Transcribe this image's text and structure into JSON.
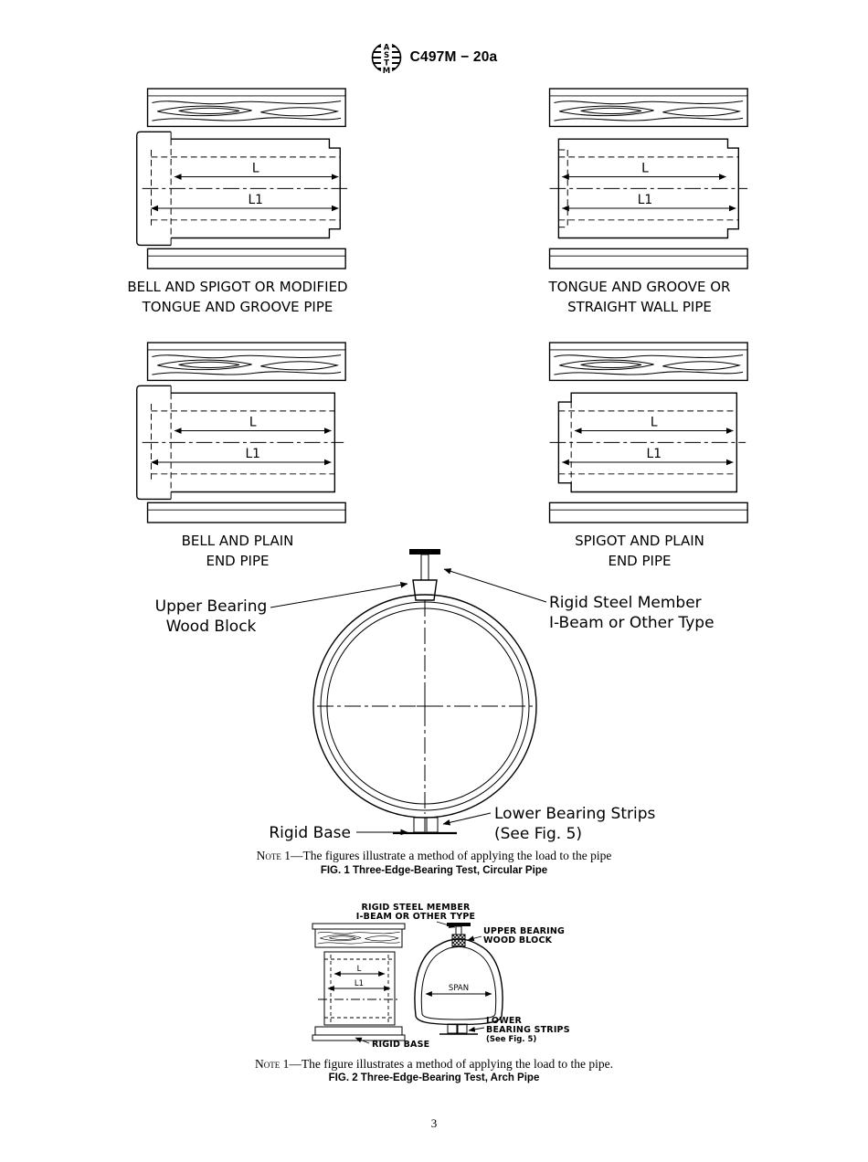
{
  "header": {
    "logo_letters": [
      "A",
      "S",
      "T",
      "M"
    ],
    "designation": "C497M − 20a"
  },
  "pipes": [
    {
      "caption": [
        "BELL AND SPIGOT OR MODIFIED",
        "TONGUE AND GROOVE PIPE"
      ],
      "dims": {
        "l": "L",
        "l1": "L1"
      }
    },
    {
      "caption": [
        "TONGUE AND GROOVE OR",
        "STRAIGHT WALL PIPE"
      ],
      "dims": {
        "l": "L",
        "l1": "L1"
      }
    },
    {
      "caption": [
        "BELL AND PLAIN",
        "END PIPE"
      ],
      "dims": {
        "l": "L",
        "l1": "L1"
      }
    },
    {
      "caption": [
        "SPIGOT AND PLAIN",
        "END PIPE"
      ],
      "dims": {
        "l": "L",
        "l1": "L1"
      }
    }
  ],
  "fig1": {
    "labels": {
      "upper_bearing": [
        "Upper Bearing",
        "Wood Block"
      ],
      "rigid_steel": [
        "Rigid Steel Member",
        "I-Beam or Other Type"
      ],
      "rigid_base": "Rigid Base",
      "lower_bearing": [
        "Lower Bearing Strips",
        "(See Fig. 5)"
      ]
    },
    "note_label": "Note 1",
    "note_text": "—The figures illustrate a method of applying the load to the pipe",
    "caption": "FIG. 1 Three-Edge-Bearing Test, Circular Pipe"
  },
  "fig2": {
    "labels": {
      "rigid_steel": [
        "RIGID STEEL MEMBER",
        "I-BEAM OR OTHER TYPE"
      ],
      "upper_bearing": [
        "UPPER BEARING",
        "WOOD BLOCK"
      ],
      "span": "SPAN",
      "lower_bearing": [
        "LOWER",
        "BEARING STRIPS",
        "(See Fig. 5)"
      ],
      "rigid_base": "RIGID BASE",
      "dims": {
        "l": "L",
        "l1": "L1"
      }
    },
    "note_label": "Note 1",
    "note_text": "—The figure illustrates a method of applying the load to the pipe.",
    "caption": "FIG. 2 Three-Edge-Bearing Test, Arch Pipe"
  },
  "page_number": "3"
}
